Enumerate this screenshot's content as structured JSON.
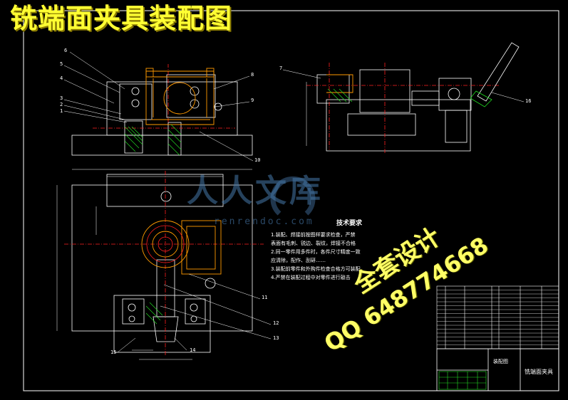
{
  "title": "铣端面夹具装配图",
  "watermark": {
    "logo": "人人文库",
    "url": "renrendoc.com"
  },
  "promo": {
    "line1": "全套设计",
    "line2": "QQ 648774668"
  },
  "notes": {
    "heading": "技术要求",
    "lines": [
      "1.装配、焊接前按图样要求检查，严禁",
      "表面有毛刺、锐边、裂纹，焊接不合格",
      "2.同一零件用多件时，各件尺寸精度一致",
      "应清除，配作、刮研……",
      "3.装配前零件和外购件检查合格方可装配",
      "4.严禁在装配过程中对零件进行敲击"
    ]
  },
  "title_block": {
    "drawing_name": "铣端面夹具",
    "label": "装配图"
  },
  "callouts": [
    "6",
    "5",
    "4",
    "3",
    "2",
    "1",
    "7",
    "8",
    "9",
    "10",
    "11",
    "12",
    "13",
    "14",
    "15",
    "16"
  ],
  "colors": {
    "background": "#000000",
    "outline": "#ffffff",
    "title": "#ffff33",
    "centerline": "#ff2020",
    "part_orange": "#ff9a00",
    "hatch": "#22dd22",
    "dimension": "#ffffff",
    "watermark": "#4678aa",
    "promo": "#ffff66"
  }
}
